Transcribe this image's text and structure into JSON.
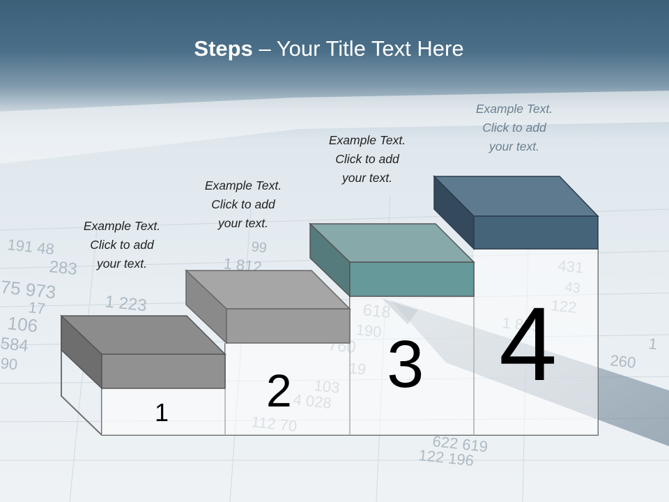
{
  "slide": {
    "title_bold": "Steps",
    "title_rest": " – Your Title Text Here",
    "steps": [
      {
        "number": "1",
        "text": [
          "Example Text.",
          "Click  to add",
          "your text."
        ],
        "color": "#8a8a8a"
      },
      {
        "number": "2",
        "text": [
          "Example Text.",
          "Click  to add",
          "your text."
        ],
        "color": "#a3a3a3"
      },
      {
        "number": "3",
        "text": [
          "Example Text.",
          "Click  to add",
          "your text."
        ],
        "color": "#6b9e9c"
      },
      {
        "number": "4",
        "text": [
          "Example Text.",
          "Click  to add",
          "your text."
        ],
        "color": "#4a6a82"
      }
    ]
  },
  "background_numbers": [
    "191 48",
    "283",
    "75 973",
    "17",
    "106",
    "584",
    "90",
    "1 223",
    "1 812",
    "99",
    "618",
    "190",
    "760",
    "19",
    "103",
    "4 028",
    "112 70",
    "431",
    "43",
    "122",
    "1 855",
    "260",
    "622 619",
    "122 196",
    "1"
  ]
}
